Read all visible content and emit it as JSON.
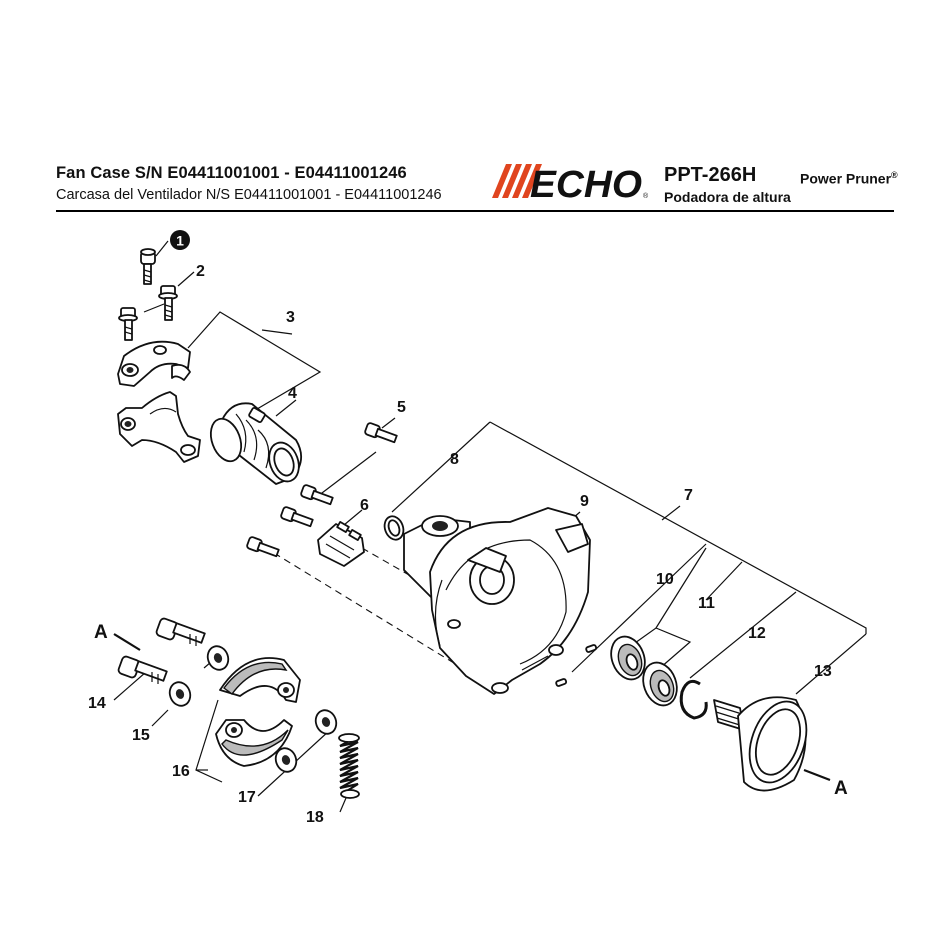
{
  "header": {
    "title_en": "Fan Case S/N E04411001001 - E04411001246",
    "title_es": "Carcasa del Ventilador N/S E04411001001 - E04411001246",
    "brand": "ECHO",
    "model": "PPT-266H",
    "model_desc": "Power Pruner",
    "registered_mark": "®",
    "model_es": "Podadora de altura"
  },
  "colors": {
    "logo_stripes": "#e0451f",
    "ink": "#111111"
  },
  "callouts": {
    "c1": "1",
    "c2": "2",
    "c3": "3",
    "c4": "4",
    "c5": "5",
    "c6": "6",
    "c7": "7",
    "c8": "8",
    "c9": "9",
    "c10": "10",
    "c11": "11",
    "c12": "12",
    "c13": "13",
    "c14": "14",
    "c15": "15",
    "c16": "16",
    "c17": "17",
    "c18": "18",
    "ref_left": "A",
    "ref_right": "A"
  }
}
